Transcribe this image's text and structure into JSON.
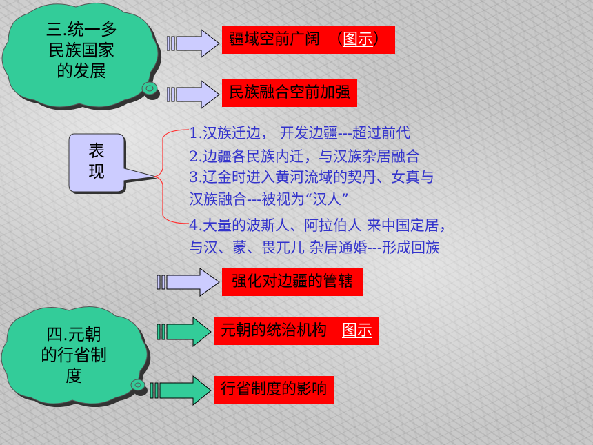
{
  "section3": {
    "cloud_lines": [
      "三.统一多",
      "民族国家",
      "的发展"
    ],
    "item1_text": "疆域空前广阔　（",
    "item1_link": "图示",
    "item1_end": "）",
    "item2_text": "民族融合空前加强"
  },
  "callout": {
    "lines": [
      "表",
      "现"
    ]
  },
  "points": [
    "1.汉族迁边， 开发边疆---超过前代",
    "2.边疆各民族内迁，与汉族杂居融合",
    "3.辽金时进入黄河流域的契丹、女真与",
    "汉族融合---被视为“汉人”",
    "4.大量的波斯人、阿拉伯人 来中国定居，",
    "与汉、蒙、畏兀儿 杂居通婚---形成回族"
  ],
  "item3_text": "强化对边疆的管辖",
  "section4": {
    "cloud_lines": [
      "四.元朝",
      "的行省制",
      "度"
    ],
    "item1_text": "元朝的统治机构　",
    "item1_link": "图示",
    "item2_text": "行省制度的影响"
  },
  "colors": {
    "cloud": "#33cc99",
    "callout": "#ccccff",
    "arrow_lavender": "#ccccff",
    "arrow_green": "#33cc99",
    "box": "#ff0000",
    "text_blue": "#3333cc"
  }
}
